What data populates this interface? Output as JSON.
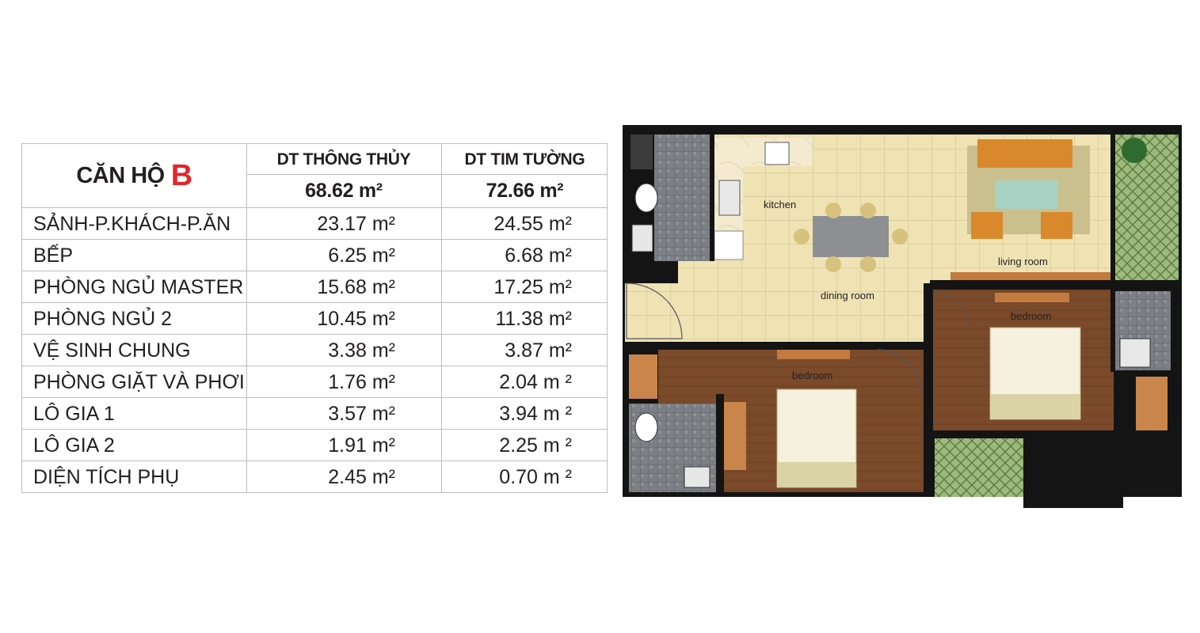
{
  "table": {
    "apartment_prefix": "CĂN HỘ",
    "apartment_letter": "B",
    "columns": [
      {
        "header": "DT THÔNG THỦY",
        "total": "68.62 m²"
      },
      {
        "header": "DT TIM TƯỜNG",
        "total": "72.66 m²"
      }
    ],
    "rows": [
      {
        "label": "SẢNH-P.KHÁCH-P.ĂN",
        "thong_thuy": "23.17 m²",
        "tim_tuong": "24.55 m²"
      },
      {
        "label": "BẾP",
        "thong_thuy": "6.25 m²",
        "tim_tuong": "6.68 m²"
      },
      {
        "label": "PHÒNG NGỦ MASTER",
        "thong_thuy": "15.68 m²",
        "tim_tuong": "17.25 m²"
      },
      {
        "label": "PHÒNG NGỦ 2",
        "thong_thuy": "10.45 m²",
        "tim_tuong": "11.38 m²"
      },
      {
        "label": "VỆ SINH CHUNG",
        "thong_thuy": "3.38 m²",
        "tim_tuong": "3.87 m²"
      },
      {
        "label": "PHÒNG GIẶT VÀ PHƠI",
        "thong_thuy": "1.76 m²",
        "tim_tuong": "2.04 m ²"
      },
      {
        "label": "LÔ GIA 1",
        "thong_thuy": "3.57 m²",
        "tim_tuong": "3.94 m ²"
      },
      {
        "label": "LÔ GIA 2",
        "thong_thuy": "1.91 m²",
        "tim_tuong": "2.25 m ²"
      },
      {
        "label": "DIỆN TÍCH PHỤ",
        "thong_thuy": "2.45 m²",
        "tim_tuong": "0.70 m ²"
      }
    ]
  },
  "floor_plan": {
    "rooms": {
      "kitchen": "kitchen",
      "dining_room": "dining room",
      "living_room": "living room",
      "bedroom_right": "bedroom",
      "bedroom_left": "bedroom"
    }
  },
  "colors": {
    "accent": "#e3262b",
    "wall": "#141414",
    "floor_tile": "#efe3b4",
    "wood_floor": "#7a4a2a",
    "bath_tile": "#7c7f84",
    "balcony": "#8aa86a"
  }
}
